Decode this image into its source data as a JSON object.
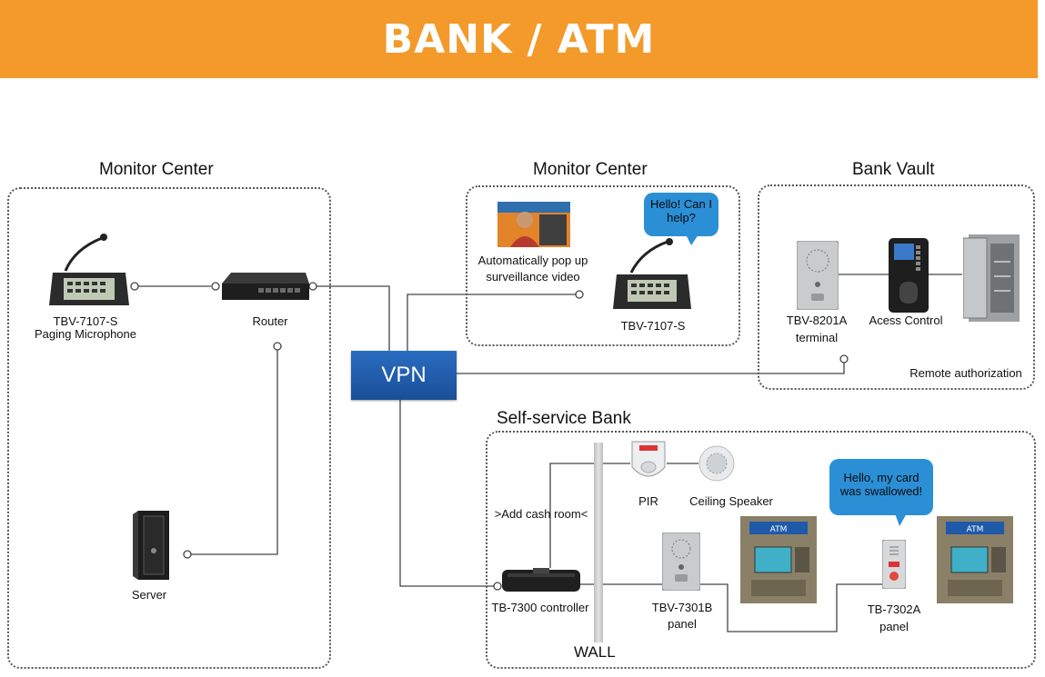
{
  "banner": {
    "title": "BANK / ATM"
  },
  "zones": {
    "monitor_left": {
      "title": "Monitor Center"
    },
    "monitor_mid": {
      "title": "Monitor Center"
    },
    "bank_vault": {
      "title": "Bank Vault"
    },
    "self_service": {
      "title": "Self-service Bank"
    }
  },
  "devices": {
    "paging_mic": {
      "model": "TBV-7107-S",
      "desc": "Paging Microphone"
    },
    "router": {
      "label": "Router"
    },
    "server": {
      "label": "Server"
    },
    "surveillance": {
      "label_1": "Automatically pop up",
      "label_2": "surveillance video"
    },
    "mid_mic": {
      "model": "TBV-7107-S"
    },
    "vault_terminal": {
      "model": "TBV-8201A",
      "desc": "terminal"
    },
    "access_control": {
      "label": "Acess Control"
    },
    "remote_auth": {
      "label": "Remote authorization"
    },
    "vpn": {
      "label": "VPN"
    },
    "pir": {
      "label": "PIR"
    },
    "ceiling_speaker": {
      "label": "Ceiling Speaker"
    },
    "controller": {
      "label": "TB-7300 controller"
    },
    "cash_room": {
      "label": ">Add cash room<"
    },
    "panel_7301": {
      "model": "TBV-7301B",
      "desc": "panel"
    },
    "panel_7302": {
      "model": "TB-7302A",
      "desc": "panel"
    },
    "wall": {
      "label": "WALL"
    },
    "atm_sign": {
      "label": "ATM"
    }
  },
  "bubbles": {
    "hello": {
      "line1": "Hello! Can I",
      "line2": "help?"
    },
    "card": {
      "line1": "Hello, my card",
      "line2": "was swallowed!"
    }
  },
  "colors": {
    "banner": "#f39a2b",
    "vpn": "#1f5ba8",
    "bubble": "#2b8fd6"
  }
}
